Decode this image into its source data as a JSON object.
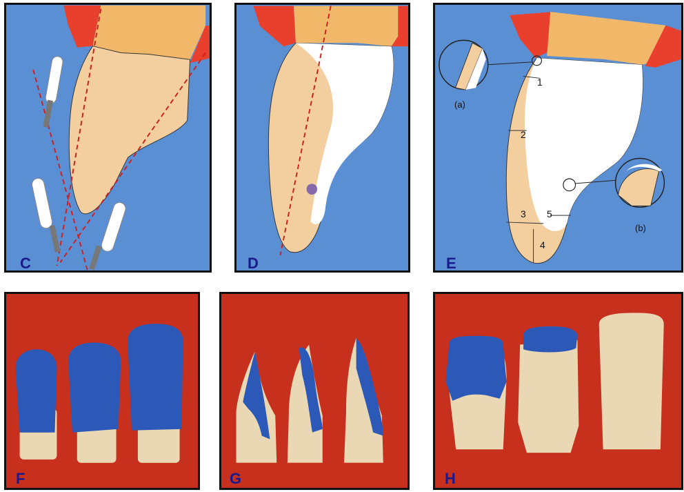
{
  "panels": {
    "c": {
      "label": "C"
    },
    "d": {
      "label": "D"
    },
    "e": {
      "label": "E",
      "numbers": [
        "1",
        "2",
        "3",
        "4",
        "5"
      ],
      "detail_a": "(a)",
      "detail_b": "(b)"
    },
    "f": {
      "label": "F"
    },
    "g": {
      "label": "G"
    },
    "h": {
      "label": "H"
    }
  },
  "colors": {
    "background_blue": "#5b8fd4",
    "gum_red": "#e8402c",
    "enamel_orange": "#f2b86a",
    "tooth_tan": "#f3cfa0",
    "preparation_white": "#ffffff",
    "photo_red": "#c8301e",
    "wax_blue": "#2c58b8",
    "stone_cream": "#ead8b4"
  }
}
